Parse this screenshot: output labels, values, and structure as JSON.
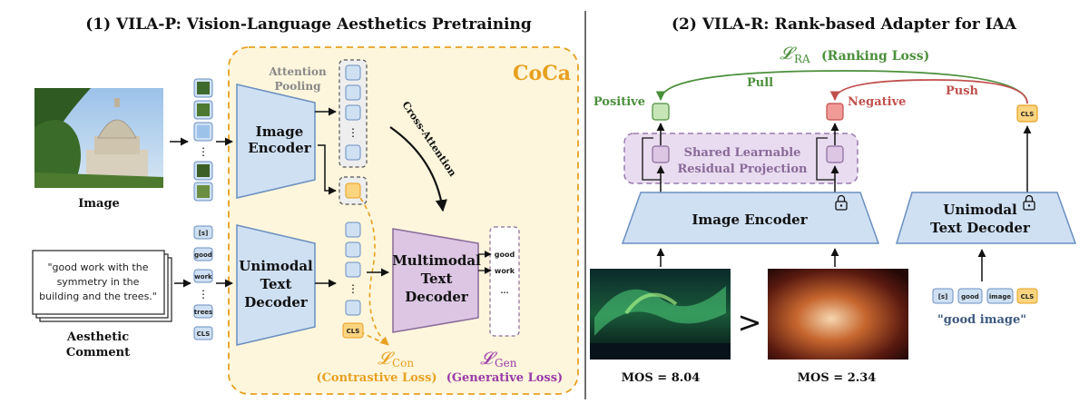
{
  "left": {
    "title": "(1) VILA-P: Vision-Language Aesthetics Pretraining",
    "coca_label": "CoCa",
    "attention_pooling": [
      "Attention",
      "Pooling"
    ],
    "image_encoder": [
      "Image",
      "Encoder"
    ],
    "cross_attention": "Cross-Attention",
    "unimodal_text_decoder": [
      "Unimodal",
      "Text",
      "Decoder"
    ],
    "multimodal_text_decoder": [
      "Multimodal",
      "Text",
      "Decoder"
    ],
    "image_label": "Image",
    "comment_text": [
      "\"good work with the",
      "symmetry in the",
      "building and the trees.\""
    ],
    "comment_label": [
      "Aesthetic",
      "Comment"
    ],
    "tokens": [
      "[s]",
      "good",
      "work",
      "⋮",
      "trees",
      "CLS"
    ],
    "cls_token": "CLS",
    "gen_tokens": [
      "good",
      "work",
      "..."
    ],
    "con_loss_symbol": "𝓛",
    "con_loss_sub": "Con",
    "con_loss_name": "(Contrastive Loss)",
    "gen_loss_symbol": "𝓛",
    "gen_loss_sub": "Gen",
    "gen_loss_name": "(Generative Loss)"
  },
  "right": {
    "title": "(2) VILA-R: Rank-based Adapter for IAA",
    "ra_loss_symbol": "𝓛",
    "ra_loss_sub": "RA",
    "ra_loss_name": "(Ranking Loss)",
    "pull": "Pull",
    "push": "Push",
    "positive": "Positive",
    "negative": "Negative",
    "cls_token": "CLS",
    "shared_projection": [
      "Shared Learnable",
      "Residual Projection"
    ],
    "image_encoder": "Image Encoder",
    "unimodal_text_decoder": [
      "Unimodal",
      "Text Decoder"
    ],
    "tokens": [
      "[s]",
      "good",
      "image",
      "CLS"
    ],
    "prompt": "\"good image\"",
    "greater": ">",
    "mos_left": "MOS = 8.04",
    "mos_right": "MOS = 2.34"
  },
  "colors": {
    "coca": "#e8a020",
    "coca_fill": "#fdf6dc",
    "encoder_blue": "#cfe0f3",
    "encoder_stroke": "#6a8fc0",
    "multimodal_purple": "#dcc6e3",
    "positive_green": "#4a8f3a",
    "negative_red": "#c0504d",
    "loss_purple": "#9b3aa8",
    "prompt_blue": "#3d5a80"
  }
}
